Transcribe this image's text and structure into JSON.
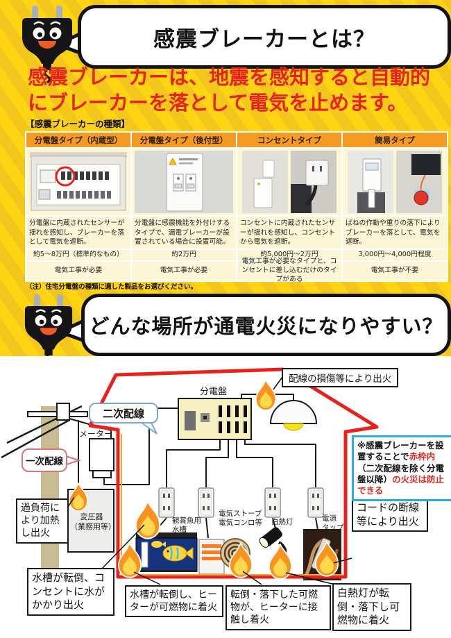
{
  "colors": {
    "yellow_base": "#FFD412",
    "yellow_stripe": "#F2C61A",
    "headline_red": "#E6231E",
    "table_header_orange": "#F59A23",
    "table_cell_cream": "#FCF5D6",
    "frame_red": "#E8211D",
    "note_border_blue": "#29ABE2",
    "secondary_wiring_blue": "#7EA6D8",
    "primary_wiring_pink": "#D9737A",
    "flame_orange": "#F7931E"
  },
  "icons": {
    "plug_mascot_icon": "🔌",
    "flame_icon": "🔥"
  },
  "header": {
    "question1": "感震ブレーカーとは？"
  },
  "headline": {
    "line1": "感震ブレーカーは、地震を感知すると自動的",
    "line2": "にブレーカーを落として電気を止めます。"
  },
  "types_table": {
    "title": "【感震ブレーカーの種類】",
    "headers": [
      "分電盤タイプ（内蔵型）",
      "分電盤タイプ（後付型）",
      "コンセントタイプ",
      "簡易タイプ"
    ],
    "descriptions": [
      "分電盤に内蔵されたセンサーが揺れを感知し、ブレーカーを落として電気を遮断。",
      "分電盤に感震機能を外付けするタイプで、漏電ブレーカーが設置されている場合に設置可能。",
      "コンセントに内蔵されたセンサーが揺れを感知し、コンセントから電気を遮断。",
      "ばねの作動や重りの落下によりブレーカーを落として、電気を遮断。"
    ],
    "prices": [
      "約5～8万円（標準的なもの）",
      "約2万円",
      "約5,000円～2万円",
      "3,000円～4,000円程度"
    ],
    "electrical_work": [
      "電気工事が必要",
      "電気工事が必要",
      "電気工事が必要なタイプと、コンセントに差し込むだけのタイプがある",
      "電気工事が不要"
    ],
    "note": "（注）住宅分電盤の種類に適した製品をお選びください。"
  },
  "question2": {
    "text": "どんな場所が通電火災になりやすい？"
  },
  "diagram": {
    "labels": {
      "distribution_board": "分電盤",
      "meter": "メーター",
      "secondary_wiring": "二次配線",
      "primary_wiring": "一次配線",
      "transformer": "変圧器\n（業務用等）",
      "aquarium": "観賞魚用\n水槽",
      "electric_stove": "電気ストーブ\n電気コンロ等",
      "incandescent_lamp": "白熱灯",
      "power_strip": "電源\nタップ"
    },
    "callouts": {
      "wiring_damage": "配線の損傷等により出火",
      "overload": "過負荷により加熱し出火",
      "tank_water_outlet": "水槽が転倒、コンセントに水がかかり出火",
      "tank_heater_ignite": "水槽が転倒し、ヒーターが可燃物に着火",
      "fallen_combustibles": "転倒・落下した可燃物が、ヒーターに接触し着火",
      "lamp_fall_ignite": "白熱灯が転倒・落下し可燃物に着火",
      "cord_breakage": "コードの断線等により出火"
    },
    "note_box": {
      "black1": "※感震ブレーカーを設置することで",
      "red1": "赤枠内",
      "black2": "（二次配線を除く分電盤以降）",
      "red2": "の火災は防止できる"
    }
  }
}
